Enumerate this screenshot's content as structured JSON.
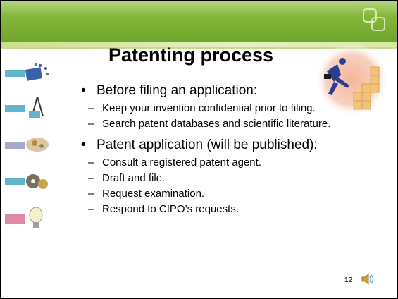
{
  "slide": {
    "title": "Patenting process",
    "page_number": "12",
    "colors": {
      "header_green": "#7fb236",
      "accent_light": "#d7e9a2"
    },
    "bullets": [
      {
        "text": "Before filing an application:",
        "subitems": [
          "Keep your invention confidential prior to filing.",
          "Search patent databases and scientific literature."
        ]
      },
      {
        "text": "Patent application (will be published):",
        "subitems": [
          "Consult a registered patent agent.",
          "Draft and file.",
          "Request examination.",
          "Respond to CIPO’s requests."
        ]
      }
    ],
    "icons": {
      "header_logo": "overlapping-squares-logo",
      "left_icons": [
        "circuit-chip-icon",
        "compass-icon",
        "money-icon",
        "gears-icon",
        "lightbulb-icon"
      ],
      "illustration": "businessman-climbing-illustration",
      "audio": "speaker-icon"
    }
  }
}
